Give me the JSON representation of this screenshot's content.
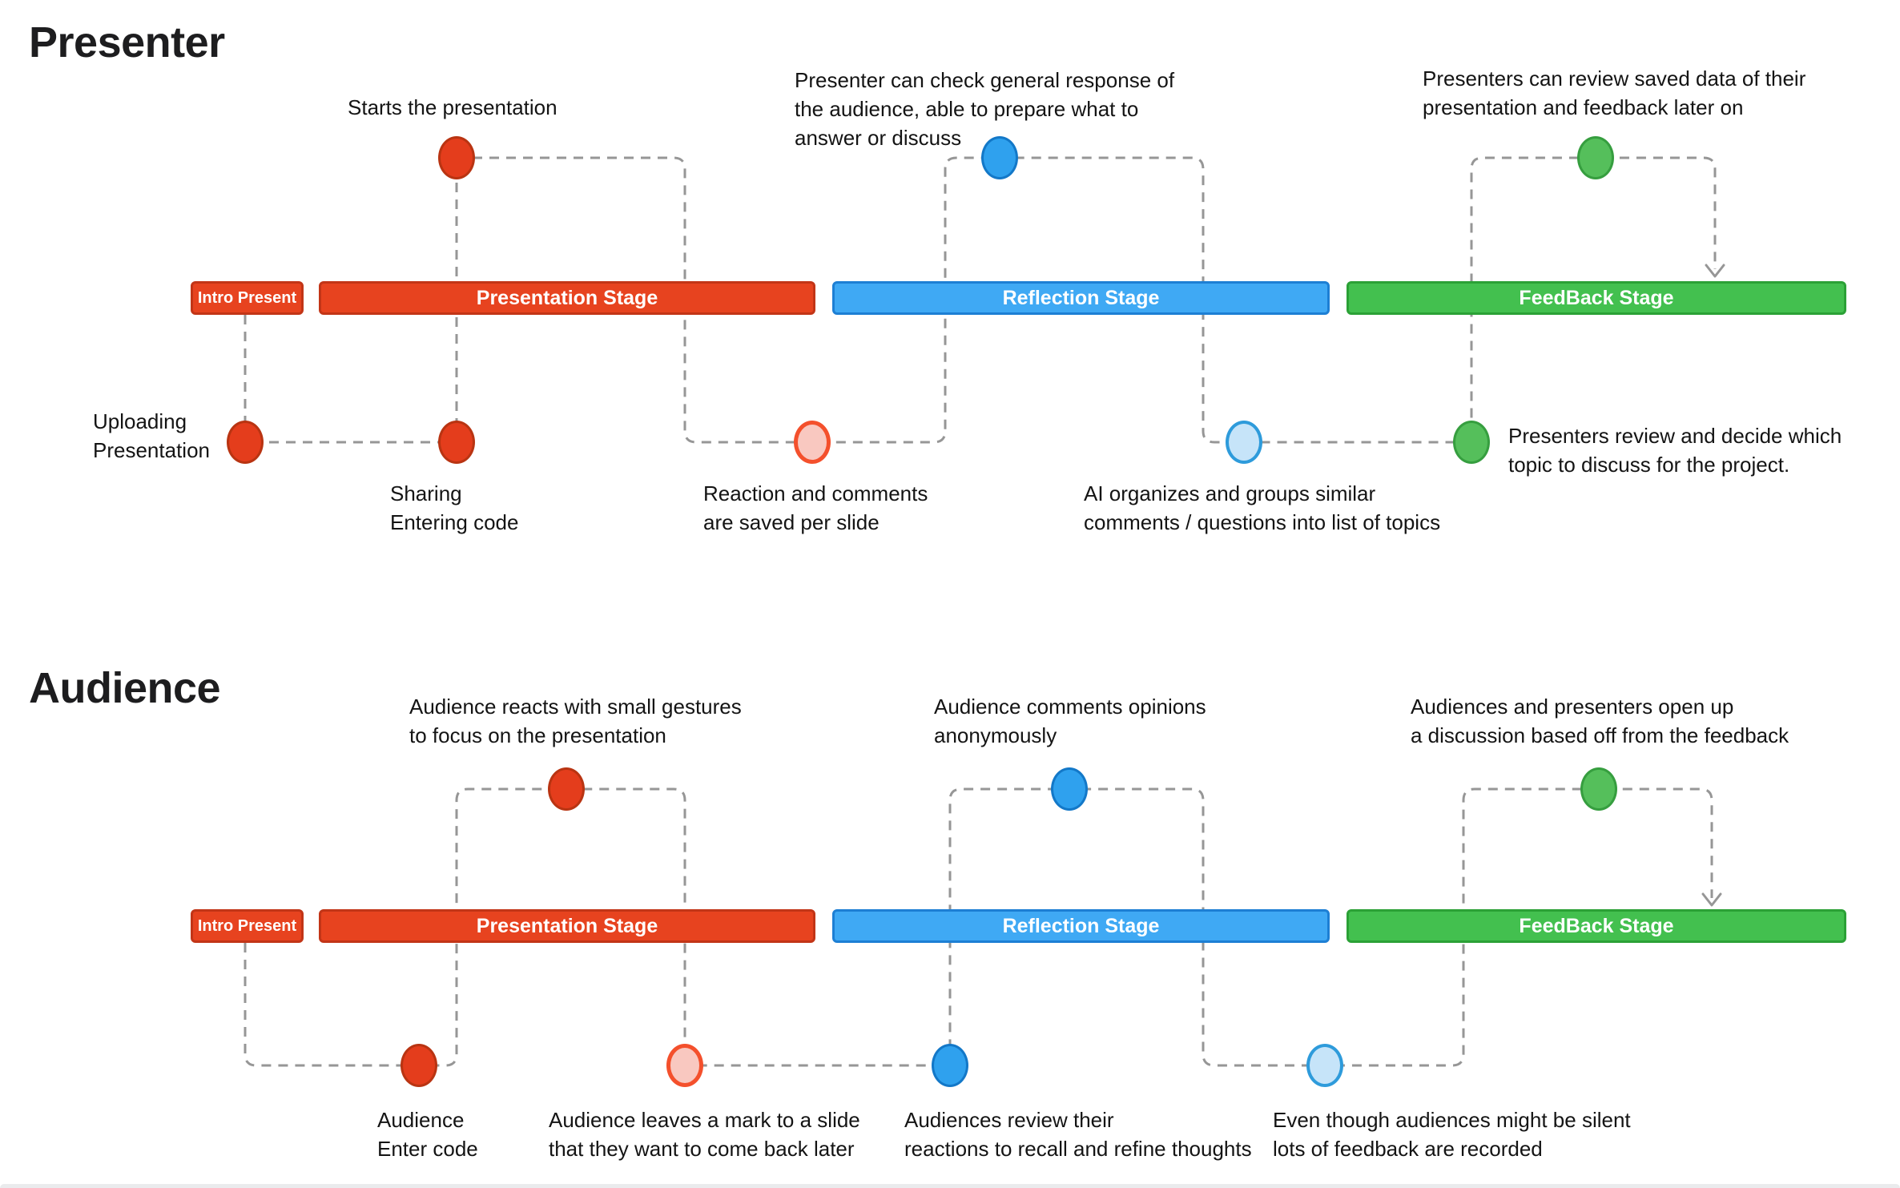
{
  "stages": [
    {
      "label": "Intro Present",
      "color": "#E7431F"
    },
    {
      "label": "Presentation Stage",
      "color": "#E7431F"
    },
    {
      "label": "Reflection Stage",
      "color": "#3FA9F4"
    },
    {
      "label": "FeedBack Stage",
      "color": "#43C04F"
    }
  ],
  "colors": {
    "red_fill": "#E43D1C",
    "red_border": "#B93412",
    "blue_fill": "#2FA1EE",
    "blue_border": "#1378C8",
    "green_fill": "#55BF5B",
    "green_border": "#369E3F",
    "pink_fill": "#F9C8C0",
    "pink_border": "#F4502C",
    "lightblue_fill": "#C6E4F9",
    "lightblue_border": "#2E9BDB",
    "connector_gray": "#969696",
    "text": "#141414"
  },
  "presenter": {
    "title": "Presenter",
    "top_annotations": [
      {
        "lines": [
          "Starts the presentation"
        ]
      },
      {
        "lines": [
          "Presenter can check general response of",
          "the audience, able to prepare what to",
          "answer or discuss"
        ]
      },
      {
        "lines": [
          "Presenters can review saved data of their",
          "presentation and feedback later on"
        ]
      }
    ],
    "bottom_annotations": [
      {
        "lines": [
          "Uploading",
          "Presentation"
        ]
      },
      {
        "lines": [
          "Sharing",
          "Entering code"
        ]
      },
      {
        "lines": [
          "Reaction and comments",
          "are saved per slide"
        ]
      },
      {
        "lines": [
          "AI organizes and groups similar",
          "comments / questions into list of topics"
        ]
      },
      {
        "lines": [
          "Presenters review and decide which",
          "topic to discuss for the project."
        ]
      }
    ]
  },
  "audience": {
    "title": "Audience",
    "top_annotations": [
      {
        "lines": [
          "Audience reacts with small gestures",
          "to focus on the presentation"
        ]
      },
      {
        "lines": [
          "Audience comments opinions",
          "anonymously"
        ]
      },
      {
        "lines": [
          "Audiences and presenters open up",
          "a discussion based off from the feedback"
        ]
      }
    ],
    "bottom_annotations": [
      {
        "lines": [
          "Audience",
          "Enter code"
        ]
      },
      {
        "lines": [
          "Audience leaves a mark to a slide",
          "that they want to come back later"
        ]
      },
      {
        "lines": [
          "Audiences review their",
          "reactions to recall and refine thoughts"
        ]
      },
      {
        "lines": [
          "Even though audiences might be silent",
          "lots of feedback are recorded"
        ]
      }
    ]
  }
}
